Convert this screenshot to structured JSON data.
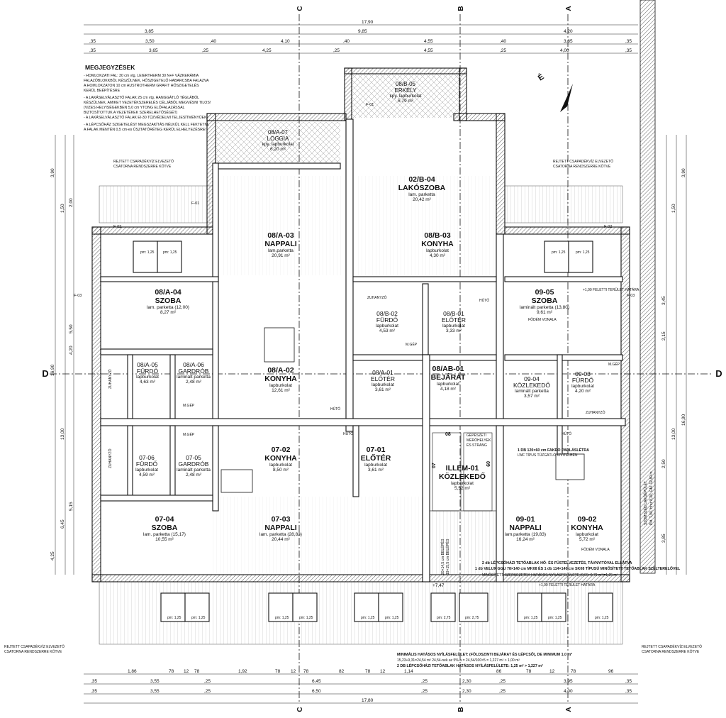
{
  "axes": {
    "top": [
      "C",
      "B",
      "A"
    ],
    "side": "D"
  },
  "top_dims": {
    "row1": [
      "17,90"
    ],
    "row2": [
      "3,85",
      "9,85",
      "4,20"
    ],
    "row3": [
      ",35",
      "3,50",
      ",40",
      "4,10",
      ",40",
      "4,55",
      ",40",
      "3,85",
      ",35"
    ],
    "row4": [
      ",35",
      "3,65",
      ",25",
      "4,25",
      ",25",
      "4,55",
      ",25",
      "4,00",
      ",35"
    ]
  },
  "bottom_dims": {
    "row1": [
      "1,86",
      "78",
      "12",
      "78",
      "1,92",
      "78",
      "12",
      "78",
      "82",
      "78",
      "12",
      "1,14",
      "86",
      "78",
      "12",
      "78",
      "96"
    ],
    "row2": [
      ",35",
      "3,55",
      ",25",
      "6,45",
      ",25",
      "2,30",
      ",25",
      "3,95",
      ",35"
    ],
    "row3": [
      ",35",
      "3,55",
      ",25",
      "6,50",
      ",25",
      "2,30",
      ",25",
      "4,00",
      ",35"
    ],
    "row4": [
      "17,80"
    ]
  },
  "notes": {
    "title": "MEGJEGYZÉSEK",
    "lines": [
      "- HOMLOKZATI FAL: 30 cm vtg. LEIERTHERM 30 N+F VÁZKERÁMIA",
      "  FALAZÓBLOKKBÓL KÉSZÜLNEK, HŐSZIGETELŐ HABARCSBA FALAZVA",
      "  A HOMLOKZATON 10 cm AUSTROTHERM GRAFIT HŐSZIGETELÉS",
      "  KERÜL BEÉPÍTÉSRE",
      "- A LAKÁSELVÁLASZTÓ FALAK 25 cm vtg. HANGGÁTLÓ TÉGLÁBÓL",
      "  KÉSZÜLNEK, AMIKET VEZETÉKSZERELÉS CÉLJÁBÓL MEGVÉSNI TILOS!",
      "  (VIZES HELYISÉGEKBEN 5,0 cm YTONG ELŐFALAZÁSSAL",
      "  BIZTOSÍTOTTUK A VEZETÉKEK SZERELHETŐSÉGÉT)",
      "- A LAKÁSELVÁLASZTÓ FALAK EI-30 TŰZVÉDELMI TELJESÍTMÉNYŰEK!",
      "- A LÉPCSŐHÁZ SZIGETELÉST MEGSZAKÍTÁS NÉLKÜL KELL FEKTETNI,",
      "  A FALAK MENTÉN 0,5 cm-es ÚSZTATÓRÉTEG KERÜL ELHELYEZÉSRE!"
    ]
  },
  "north": "É",
  "rooms": [
    {
      "id": "08/B-05",
      "name": "ERKÉLY",
      "floor": "kpy. lapburkolat",
      "area": "5,79 m²"
    },
    {
      "id": "08/A-07",
      "name": "LOGGIA",
      "floor": "kpy. lapburkolat",
      "area": "6,20 m²"
    },
    {
      "id": "02/B-04",
      "name": "LAKÓSZOBA",
      "floor": "lam. parketta",
      "area": "20,42 m²"
    },
    {
      "id": "08/A-03",
      "name": "NAPPALI",
      "floor": "lam.parketta",
      "area": "20,91 m²"
    },
    {
      "id": "08/B-03",
      "name": "KONYHA",
      "floor": "lapburkolat",
      "area": "4,30 m²"
    },
    {
      "id": "08/A-04",
      "name": "SZOBA",
      "floor": "lam. parketta (12,00)",
      "area": "8,27 m²"
    },
    {
      "id": "09-05",
      "name": "SZOBA",
      "floor": "laminált parketta (13,80)",
      "area": "9,61 m²"
    },
    {
      "id": "08/B-02",
      "name": "FÜRDŐ",
      "floor": "lapburkolat",
      "area": "4,53 m²"
    },
    {
      "id": "08/B-01",
      "name": "ELŐTÉR",
      "floor": "lapburkolat",
      "area": "3,33 m²"
    },
    {
      "id": "08/A-05",
      "name": "FÜRDŐ",
      "floor": "lapburkolat",
      "area": "4,63 m²"
    },
    {
      "id": "08/A-06",
      "name": "GARDRÓB",
      "floor": "laminált parketta",
      "area": "2,48 m²"
    },
    {
      "id": "08/A-02",
      "name": "KONYHA",
      "floor": "lapburkolat",
      "area": "12,61 m²"
    },
    {
      "id": "08/A-01",
      "name": "ELŐTÉR",
      "floor": "lapburkolat",
      "area": "3,61 m²"
    },
    {
      "id": "08/AB-01",
      "name": "BEJÁRAT",
      "floor": "lapburkolat",
      "area": "4,18 m²"
    },
    {
      "id": "09-04",
      "name": "KÖZLEKEDŐ",
      "floor": "laminált parketta",
      "area": "3,57 m²"
    },
    {
      "id": "09-03",
      "name": "FÜRDŐ",
      "floor": "lapburkolat",
      "area": "4,20 m²"
    },
    {
      "id": "07-06",
      "name": "FÜRDŐ",
      "floor": "lapburkolat",
      "area": "4,59 m²"
    },
    {
      "id": "07-05",
      "name": "GARDRÓB",
      "floor": "laminált parketta",
      "area": "2,48 m²"
    },
    {
      "id": "07-02",
      "name": "KONYHA",
      "floor": "lapburkolat",
      "area": "8,50 m²"
    },
    {
      "id": "07-01",
      "name": "ELŐTÉR",
      "floor": "lapburkolat",
      "area": "3,61 m²"
    },
    {
      "id": "ILLEM-01",
      "name": "KÖZLEKEDŐ",
      "floor": "lapburkolat",
      "area": "5,52 m²"
    },
    {
      "id": "07-04",
      "name": "SZOBA",
      "floor": "lam. parketta (15,17)",
      "area": "10,55 m²"
    },
    {
      "id": "07-03",
      "name": "NAPPALI",
      "floor": "lam. parketta (28,83)",
      "area": "20,44 m²"
    },
    {
      "id": "09-01",
      "name": "NAPPALI",
      "floor": "lam.parketta (19,83)",
      "area": "16,24 m²"
    },
    {
      "id": "09-02",
      "name": "KONYHA",
      "floor": "lapburkolat",
      "area": "5,72 m²"
    }
  ],
  "labels": {
    "zuhanyzo": "ZUHANYZÓ",
    "mgep": "M.GÉP",
    "huto": "HŰTŐ",
    "rejtett1": "REJTETT CSAPADÉKVÍZ ELVEZETŐ",
    "rejtett2": "CSATORNA RENDSZERRE KÖTVE",
    "gepeszeti": "GÉPÉSZETI",
    "merohelyek": "MÉRŐHELYEK",
    "strang": "ÉS STRANG",
    "fodem": "FÖDÉM VONALA",
    "felett": "+1,90 FELETTI TERÜLET HATÁRA",
    "pakro1": "1 DB 120×60 cm FAKRO PADLÁSLÉTRA",
    "pakro2": "LWF TÍPUS TŰZGÁTLÓ KIVITELBEN",
    "lepcsohaz1": "2 db LÉPCSŐHÁZI TETŐABLAK HŐ- ÉS FÜSTELVEZETÉS, TÁVNYITÓVAL ELLÁTVA",
    "lepcsohaz2": "1 db VELUX GGU 78×140 cm MK08 ÉS 1 db 114×140 cm SK08 TÍPUSÚ MINŐSÍTETT TETŐABLAK SZÉLTERELŐVEL",
    "lepcsohaz3": "MINŐSÍTETT SZERKEZETEK HATÁSOS NYÍLÁSFELÜLETE (0,55×0,70 m²)=1,25 m²",
    "min1": "MINIMÁLIS HATÁSOS NYÍLÁSFELÜLET: (FÖLDSZINTI BEJÁRAT ÉS LÉPCSŐ), DE MINIMUM 1,0 m²",
    "min2": "15,23+9,31=24,54 m²     24,54-nek az 5%-a = 24,54/100×5 = 1,227 m² > 1,00 m²",
    "min3": "2 DB LÉPCSŐHÁZI TETŐABLAK HATÁSOS NYÍLÁSFELÜLETE: 1,25 m² > 1,227 m²",
    "pm": "pm: 1,25",
    "pm2": "pm: 2,75",
    "plus": "+7,47",
    "szomszed": "SZOMSZÉD LAKÓÉPÜLET",
    "szomszed2": "Pkt. 7,90, Hrsz 8,20, GM. 12,80 m",
    "stairnote1": "20×14,5 cm BELÉPÉS",
    "stairnote2": "19×15,5 cm BELÉPÉS",
    "f01": "F-01",
    "f02": "F-02",
    "f03": "F-03",
    "n08": "08",
    "n07": "07",
    "n09": "09"
  },
  "side_dims_left": [
    "16,90",
    "13,00",
    "5,50",
    "4,20",
    "5,15",
    "6,45",
    "4,25",
    "3,90",
    "1,50",
    "2,00"
  ],
  "side_dims_right": [
    "16,90",
    "13,00",
    "3,45",
    "2,15",
    "2,50",
    "3,85",
    "3,90",
    "1,50"
  ]
}
